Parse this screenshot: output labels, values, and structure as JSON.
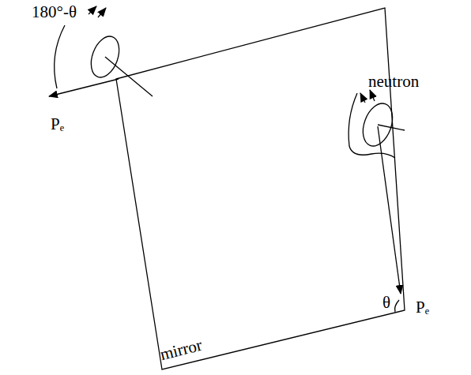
{
  "diagram": {
    "labels": [
      "180°-θ",
      "Pₑ",
      "neutron",
      "θ",
      "mirror",
      "Pₑ"
    ]
  }
}
